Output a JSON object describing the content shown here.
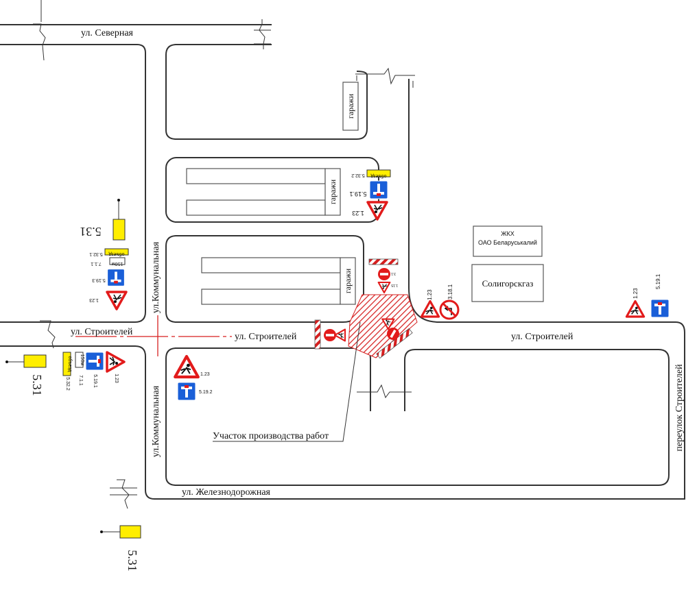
{
  "streets": {
    "severnaya": "ул. Северная",
    "kommunalnaya_top": "ул.Коммунальная",
    "kommunalnaya_bottom": "ул.Коммунальная",
    "stroiteley_left": "ул. Строителей",
    "stroiteley_mid": "ул. Строителей",
    "stroiteley_right": "ул. Строителей",
    "zheleznodorozhnaya": "ул. Железнодорожная",
    "pereulok": "переулок Строителей"
  },
  "buildings": {
    "garazhi_1": "гаражи",
    "garazhi_2": "гаражи",
    "garazhi_3": "гаражи",
    "zhkh_line1": "ЖКХ",
    "zhkh_line2": "ОАО Беларуськалий",
    "soligorskgaz": "Солигорскгаз"
  },
  "work_zone_label": "Участок производства работ",
  "signs": {
    "s531": "5.31",
    "s123": "1.23",
    "s5191": "5.19.1",
    "s5192": "5.19.2",
    "s5193": "5.19.3",
    "s711": "7.1.1",
    "s711b": "7.1.1",
    "s5322": "5.32.2",
    "s5321": "5.32.1",
    "s3181": "3.18.1",
    "s150": "150м",
    "detour": "объезд",
    "s31": "3.1",
    "s115": "1.15"
  },
  "colors": {
    "sign_blue": "#1a5fd8",
    "sign_red": "#e21b1b",
    "sign_yellow": "#ffee00",
    "hatch_red": "#d61f1f",
    "red_line": "#d61f1f"
  }
}
